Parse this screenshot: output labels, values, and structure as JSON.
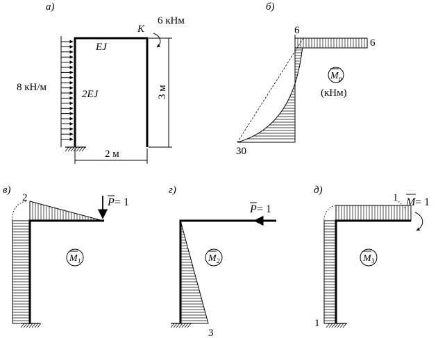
{
  "panels": {
    "a": {
      "tag": "а)",
      "load_label": "8 кН/м",
      "moment_label": "6 кНм",
      "node_label": "K",
      "beam_stiffness": "EJ",
      "column_stiffness": "2EJ",
      "height_label": "3 м",
      "width_label": "2 м"
    },
    "b": {
      "tag": "б)",
      "top_value": "6",
      "right_value": "6",
      "bottom_value": "30",
      "diagram_label": "M",
      "diagram_sub": "p",
      "units": "(кНм)"
    },
    "v": {
      "tag": "в)",
      "corner_value": "2",
      "force_label": "P",
      "force_eq": " = 1",
      "diagram_label": "M",
      "diagram_sub": "1"
    },
    "g": {
      "tag": "г)",
      "force_label": "P",
      "force_eq": " = 1",
      "bottom_value": "3",
      "diagram_label": "M",
      "diagram_sub": "2"
    },
    "d": {
      "tag": "д)",
      "corner_value": "1",
      "moment_label": "M",
      "moment_eq": " = 1",
      "bottom_value": "1",
      "diagram_label": "M",
      "diagram_sub": "3"
    }
  }
}
